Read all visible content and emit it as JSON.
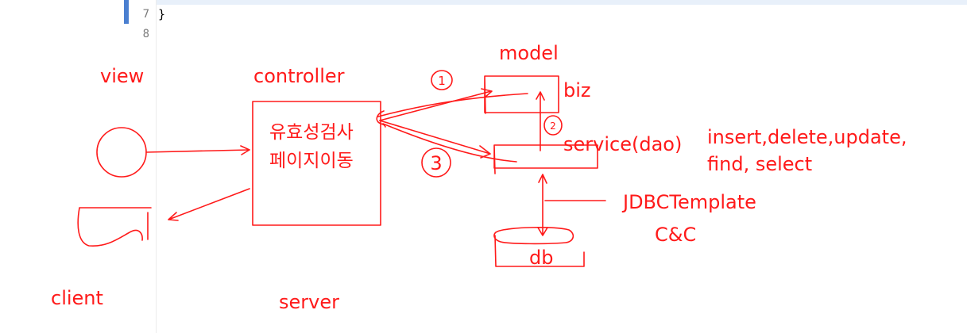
{
  "editor": {
    "line_numbers": [
      "7",
      "8"
    ],
    "code_line_7": "}"
  },
  "diagram": {
    "labels": {
      "view": "view",
      "client": "client",
      "controller": "controller",
      "controller_text_1": "유효성검사",
      "controller_text_2": "페이지이동",
      "server": "server",
      "model": "model",
      "biz": "biz",
      "service": "service(dao)",
      "operations_1": "insert,delete,update,",
      "operations_2": "find, select",
      "jdbc": "JDBCTemplate",
      "cc": "C&C",
      "db": "db",
      "step_1": "1",
      "step_2": "2",
      "step_3": "3"
    },
    "stroke_color": "#ff1a1a"
  }
}
